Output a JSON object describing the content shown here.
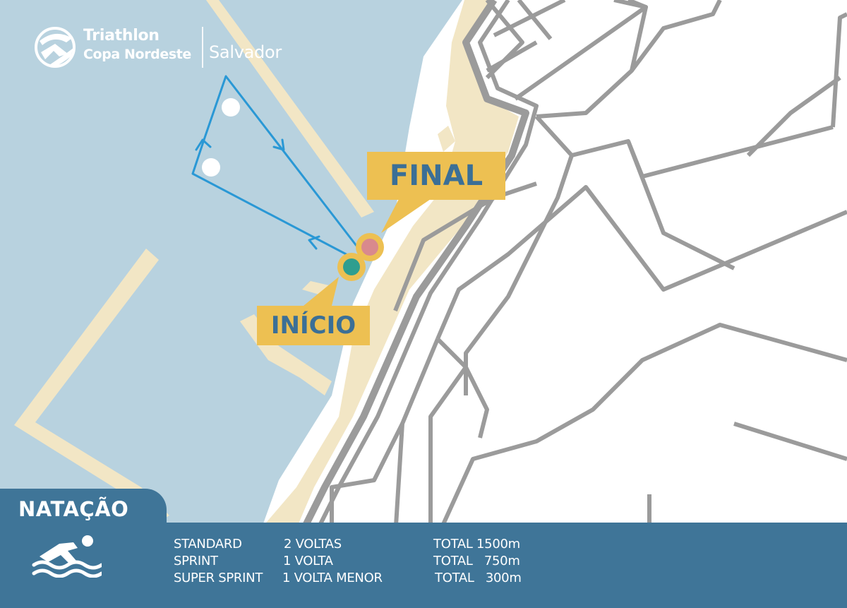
{
  "brand": {
    "line1": "Triathlon",
    "line2": "Copa Nordeste",
    "city": "Salvador"
  },
  "markers": {
    "finish_label": "FINAL",
    "start_label": "INÍCIO",
    "finish_color": "#d9898d",
    "start_color": "#2f9e8f",
    "ring_color": "#edc052"
  },
  "legend": {
    "title": "NATAÇÃO",
    "icon": "swimmer-icon",
    "rows": [
      {
        "category": "STANDARD",
        "laps": "2 VOLTAS",
        "total": "TOTAL 1500m"
      },
      {
        "category": "SPRINT",
        "laps": "1 VOLTA",
        "total": "TOTAL   750m"
      },
      {
        "category": "SUPER SPRINT",
        "laps": "1 VOLTA MENOR",
        "total": "TOTAL   300m"
      }
    ]
  },
  "colors": {
    "water": "#b8d2df",
    "beach": "#f2e6c5",
    "road": "#9b9b9b",
    "route": "#2a98d5",
    "legend_bg": "#3f7598",
    "label_bg": "#edc052",
    "label_text": "#3b6f96"
  }
}
